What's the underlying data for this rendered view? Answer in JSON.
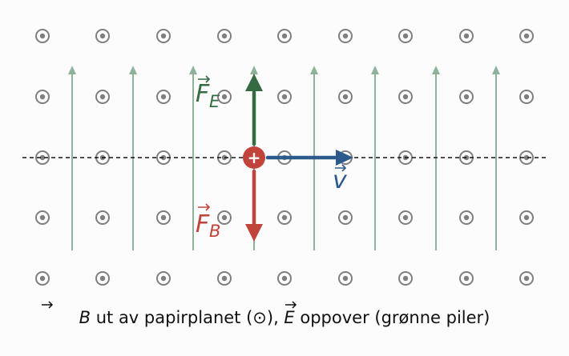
{
  "colors": {
    "background": "#fdfcfc",
    "b_field_symbol": "#7f7f7f",
    "e_field_line": "#8fb39a",
    "force_electric": "#356b43",
    "force_magnetic": "#c0443b",
    "velocity": "#2c5a8c",
    "charge": "#c0443b",
    "trajectory": "#111111"
  },
  "icons": {
    "b_field": "dot-in-circle-icon",
    "charge": "plus-in-circle-icon"
  },
  "labels": {
    "force_electric": {
      "symbol": "F",
      "subscript": "E"
    },
    "force_magnetic": {
      "symbol": "F",
      "subscript": "B"
    },
    "velocity": {
      "symbol": "v"
    },
    "charge_sign": "+"
  },
  "caption": {
    "b_symbol": "B",
    "part1": " ut av papirplanet (⊙), ",
    "e_symbol": "E",
    "part2": " oppover (grønne piler)"
  }
}
